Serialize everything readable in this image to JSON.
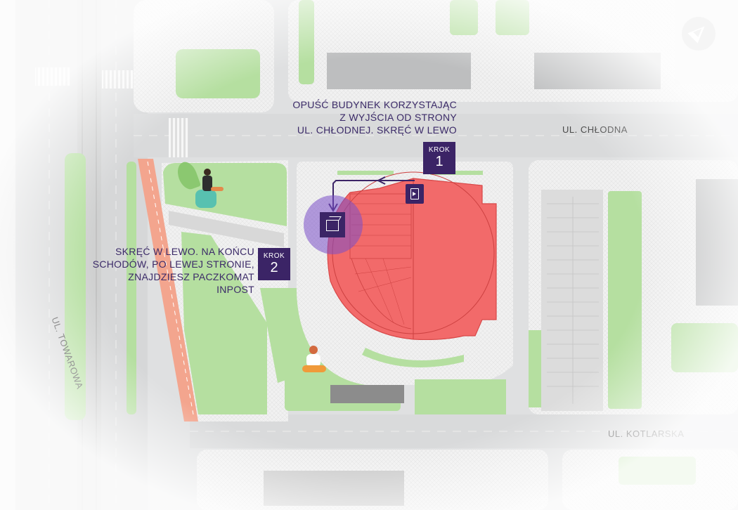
{
  "steps": {
    "step1": {
      "word": "KROK",
      "number": "1",
      "description": "OPUŚĆ BUDYNEK KORZYSTAJĄC\nZ WYJŚCIA OD STRONY\nUL. CHŁODNEJ. SKRĘĆ W LEWO"
    },
    "step2": {
      "word": "KROK",
      "number": "2",
      "description": "SKRĘĆ W LEWO. NA KOŃCU\nSCHODÓW, PO LEWEJ STRONIE,\nZNAJDZIESZ PACZKOMAT INPOST"
    }
  },
  "streets": {
    "chlodna": "UL. CHŁODNA",
    "kotlarska": "UL. KOTLARSKA",
    "towarowa": "UL. TOWAROWA"
  },
  "icons": {
    "compass": "north-arrow-icon",
    "parcel_locker": "parcel-locker-icon",
    "exit_door": "exit-door-icon"
  },
  "colors": {
    "building": "#f26a6a",
    "route": "#3b2466",
    "locker_highlight": "#7a4fc9",
    "grass": "#b5dfa0",
    "road": "#d9dadb",
    "bike_path": "#f3a58e"
  }
}
